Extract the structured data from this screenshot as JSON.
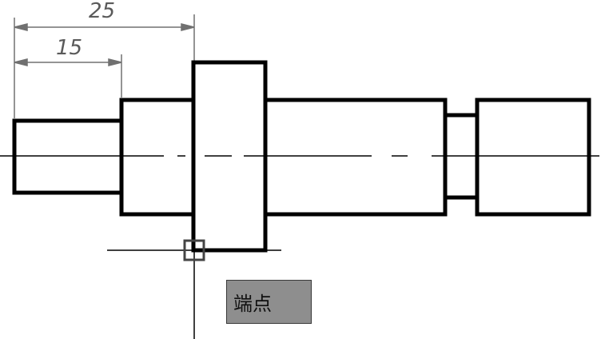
{
  "drawing": {
    "dimensions": [
      {
        "value": "25"
      },
      {
        "value": "15"
      }
    ],
    "snap_marker_icon": "endpoint-snap-square",
    "crosshair_icon": "crosshair-cursor"
  },
  "tooltip": {
    "label": "端点"
  },
  "colors": {
    "outline": "#000000",
    "dimension": "#707070",
    "tooltip_bg": "#8e8e8e",
    "snap_marker": "#444444"
  }
}
